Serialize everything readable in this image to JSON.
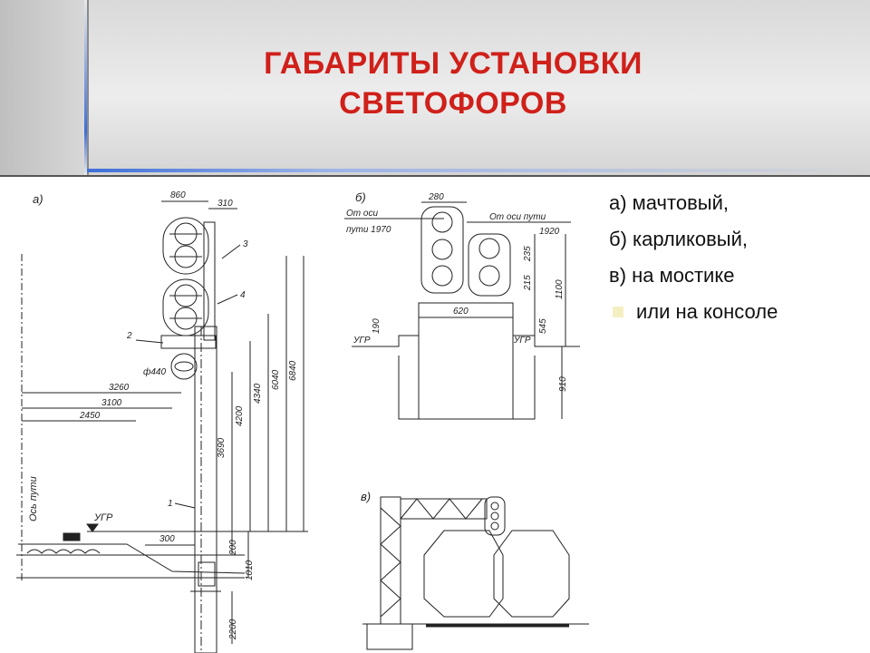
{
  "title": {
    "line1": "ГАБАРИТЫ УСТАНОВКИ",
    "line2": "СВЕТОФОРОВ"
  },
  "legend": [
    {
      "text": "а) мачтовый,",
      "bullet": false
    },
    {
      "text": "б) карликовый,",
      "bullet": false
    },
    {
      "text": "в) на мостике",
      "bullet": false
    },
    {
      "text": "или на консоле",
      "bullet": true
    }
  ],
  "drawing": {
    "a": {
      "label": "а)",
      "dim_top1": "860",
      "dim_top2": "310",
      "dim_6840": "6840",
      "dim_6040": "6040",
      "dim_4340": "4340",
      "dim_4200": "4200",
      "dim_3690": "3690",
      "dim_phi": "ф440",
      "dim_3260": "3260",
      "dim_3100": "3100",
      "dim_2450": "2450",
      "dim_300": "300",
      "dim_200": "200",
      "dim_1010": "1010",
      "dim_2200": "2200",
      "axis": "Ось пути",
      "ugr": "УГР",
      "n1": "1",
      "n2": "2",
      "n3": "3",
      "n4": "4"
    },
    "b": {
      "label": "б)",
      "dim_280": "280",
      "ot_osi_left": "От оси",
      "puti_left": "пути 1970",
      "ot_osi_right": "От оси пути",
      "dim_1920": "1920",
      "dim_235": "235",
      "dim_215": "215",
      "dim_1100": "1100",
      "dim_545": "545",
      "dim_620": "620",
      "dim_190": "190",
      "ugr_left": "УГР",
      "ugr_right": "УГР",
      "dim_910": "910"
    },
    "c": {
      "label": "в)"
    }
  }
}
